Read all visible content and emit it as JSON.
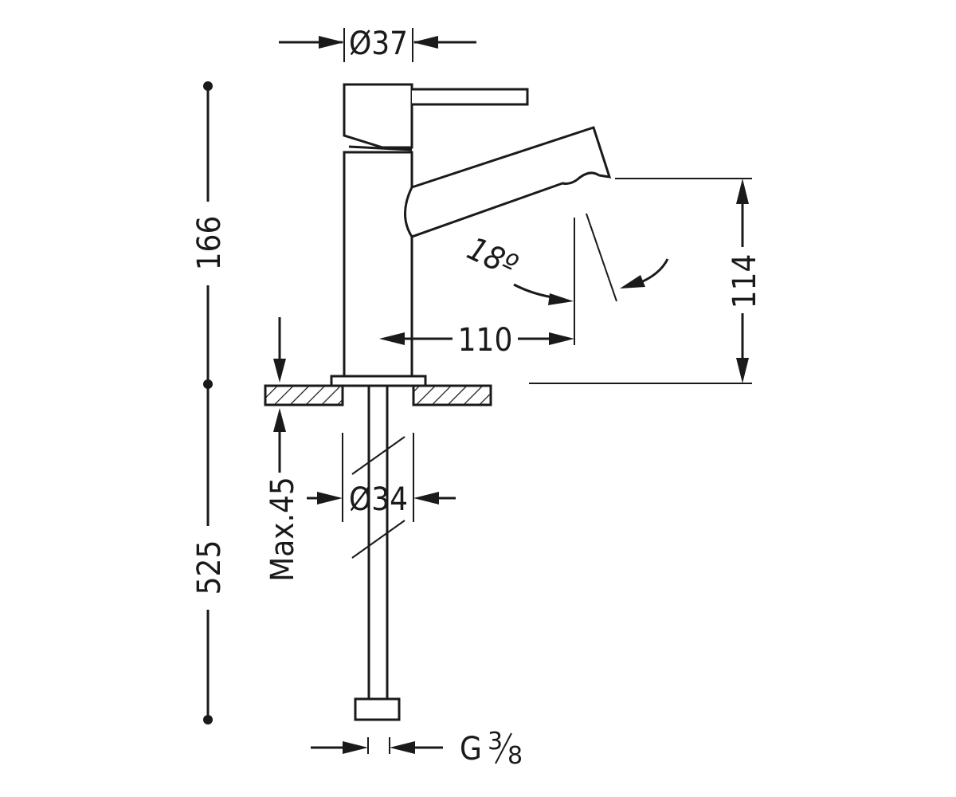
{
  "dimensions": {
    "top_diameter": "Ø37",
    "height_above_deck": "166",
    "height_below_deck": "525",
    "spout_height": "114",
    "spout_reach": "110",
    "spout_angle": "18º",
    "max_deck_thickness": "Max.45",
    "mount_diameter": "Ø34",
    "connection_thread_prefix": "G",
    "connection_thread_num": "3",
    "connection_thread_den": "8"
  }
}
